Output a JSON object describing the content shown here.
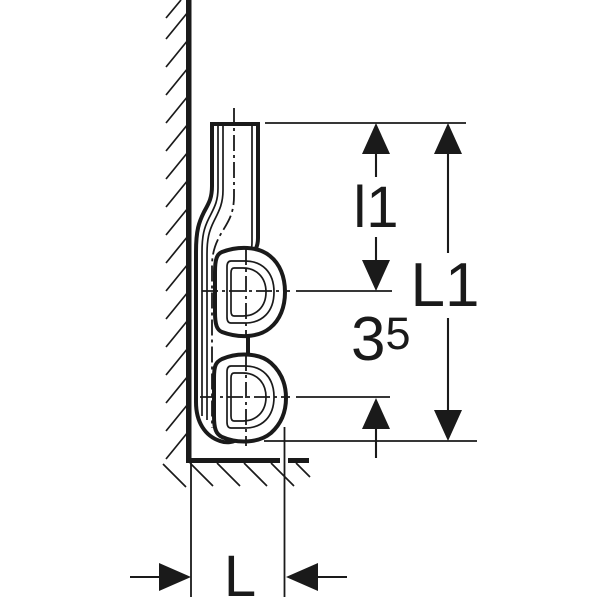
{
  "colors": {
    "line": "#1a1a1a",
    "background": "#ffffff"
  },
  "dim_l1": {
    "label": "l1"
  },
  "dim_L1": {
    "label": "L1"
  },
  "dim_offset": {
    "base": "3",
    "sup": "5"
  },
  "dim_L": {
    "label": "L"
  }
}
